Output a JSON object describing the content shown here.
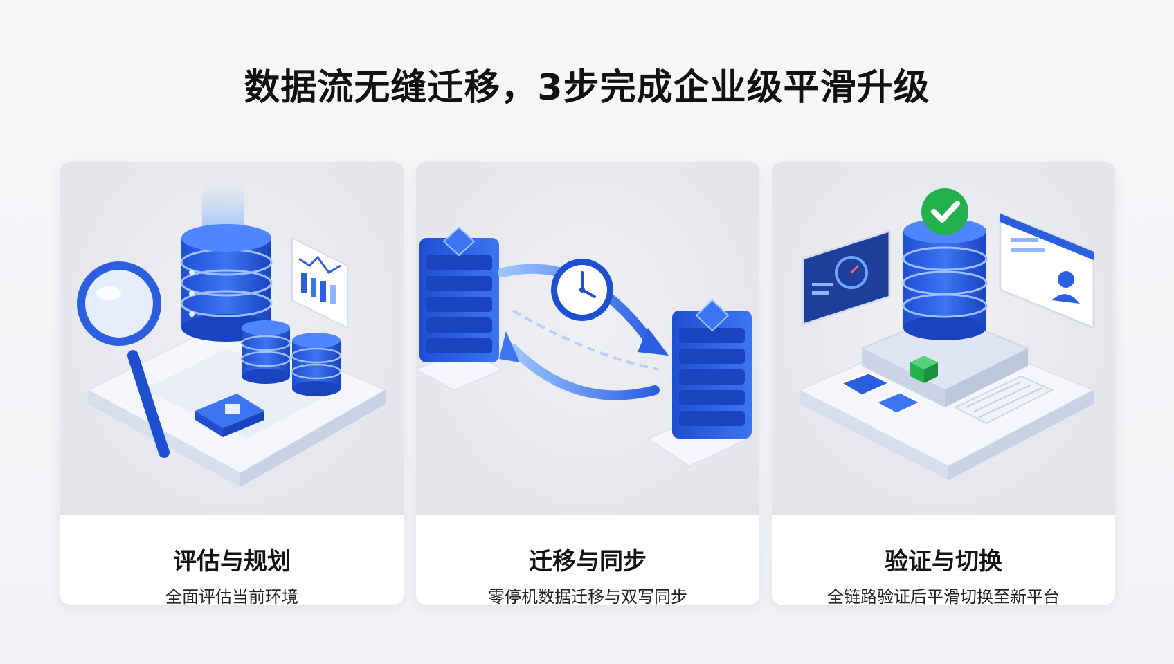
{
  "page": {
    "title": "数据流无缝迁移，3步完成企业级平滑升级"
  },
  "steps": [
    {
      "title": "评估与规划",
      "subtitle": "全面评估当前环境"
    },
    {
      "title": "迁移与同步",
      "subtitle": "零停机数据迁移与双写同步"
    },
    {
      "title": "验证与切换",
      "subtitle": "全链路验证后平滑切换至新平台"
    }
  ],
  "colors": {
    "primary_blue": "#2b5fe0",
    "light_blue": "#8fb6ff",
    "success_green": "#22b14c",
    "card_bg": "#ffffff",
    "art_bg": "#e6e8ed"
  },
  "icons": {
    "step1": [
      "database-icon",
      "magnifier-icon",
      "analytics-chart-icon"
    ],
    "step2": [
      "server-rack-icon",
      "clock-icon",
      "sync-arrows-icon"
    ],
    "step3": [
      "database-icon",
      "checkmark-badge-icon",
      "dashboard-monitor-icon",
      "profile-window-icon",
      "keyboard-icon"
    ]
  }
}
